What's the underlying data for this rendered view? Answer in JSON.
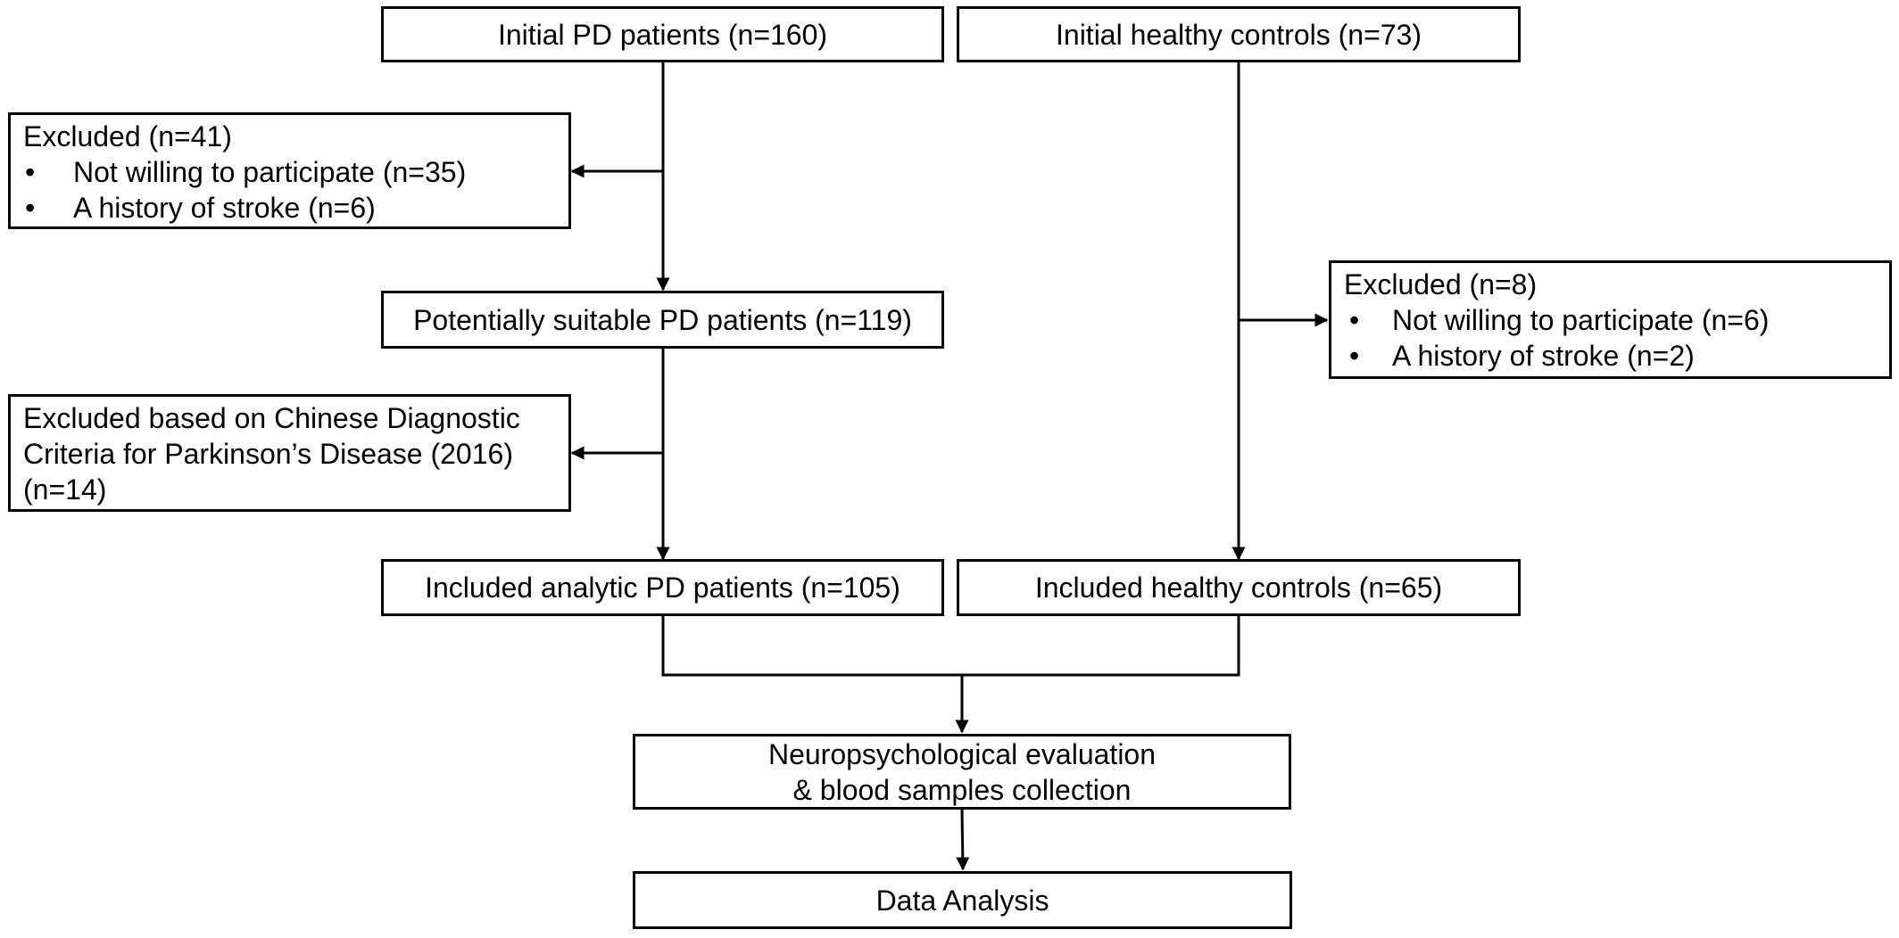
{
  "boxes": {
    "initial_pd": "Initial PD patients (n=160)",
    "initial_hc": "Initial healthy controls (n=73)",
    "excluded_pd": {
      "title": "Excluded (n=41)",
      "items": [
        "Not willing to participate (n=35)",
        "A history of stroke (n=6)"
      ]
    },
    "potential_pd": "Potentially suitable PD patients (n=119)",
    "excluded_criteria": {
      "lines": [
        "Excluded based on Chinese Diagnostic",
        "Criteria for Parkinson’s Disease (2016)",
        "(n=14)"
      ]
    },
    "excluded_hc": {
      "title": "Excluded (n=8)",
      "items": [
        "Not willing to participate (n=6)",
        "A history of stroke (n=2)"
      ]
    },
    "included_pd": "Included analytic PD patients (n=105)",
    "included_hc": "Included healthy controls (n=65)",
    "evaluation": {
      "lines": [
        "Neuropsychological evaluation",
        "& blood samples collection"
      ]
    },
    "analysis": "Data Analysis"
  },
  "colors": {
    "stroke": "#000000",
    "background": "#ffffff"
  }
}
